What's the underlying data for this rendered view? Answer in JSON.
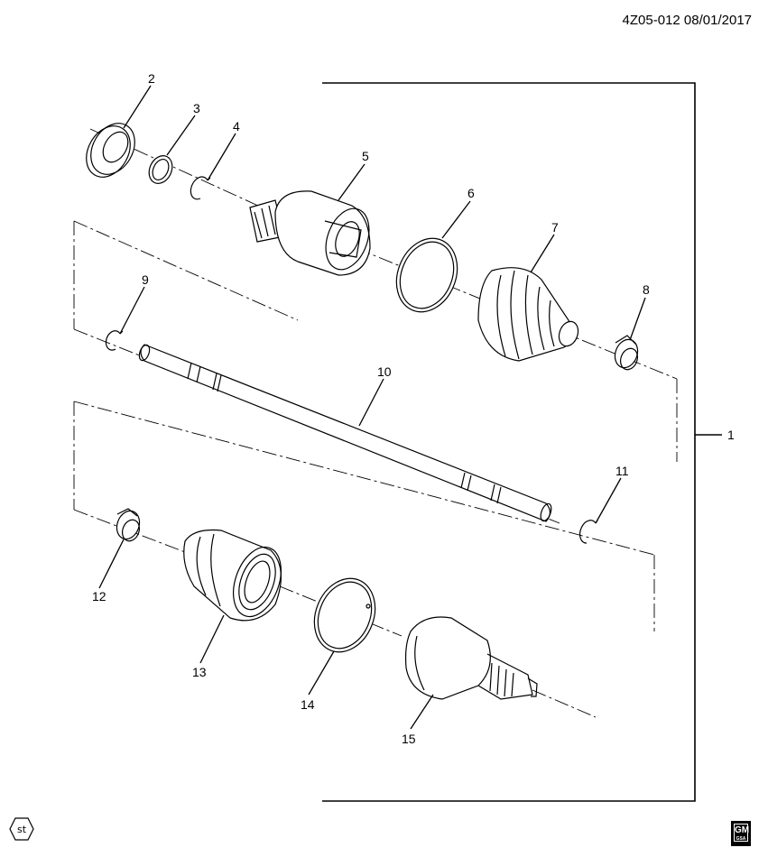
{
  "header": {
    "diagram_code": "4Z05-012 08/01/2017"
  },
  "callouts": [
    "1",
    "2",
    "3",
    "4",
    "5",
    "6",
    "7",
    "8",
    "9",
    "10",
    "11",
    "12",
    "13",
    "14",
    "15"
  ],
  "footer": {
    "st_badge": "st",
    "logo_text": "GM",
    "logo_sub": "GSA"
  }
}
